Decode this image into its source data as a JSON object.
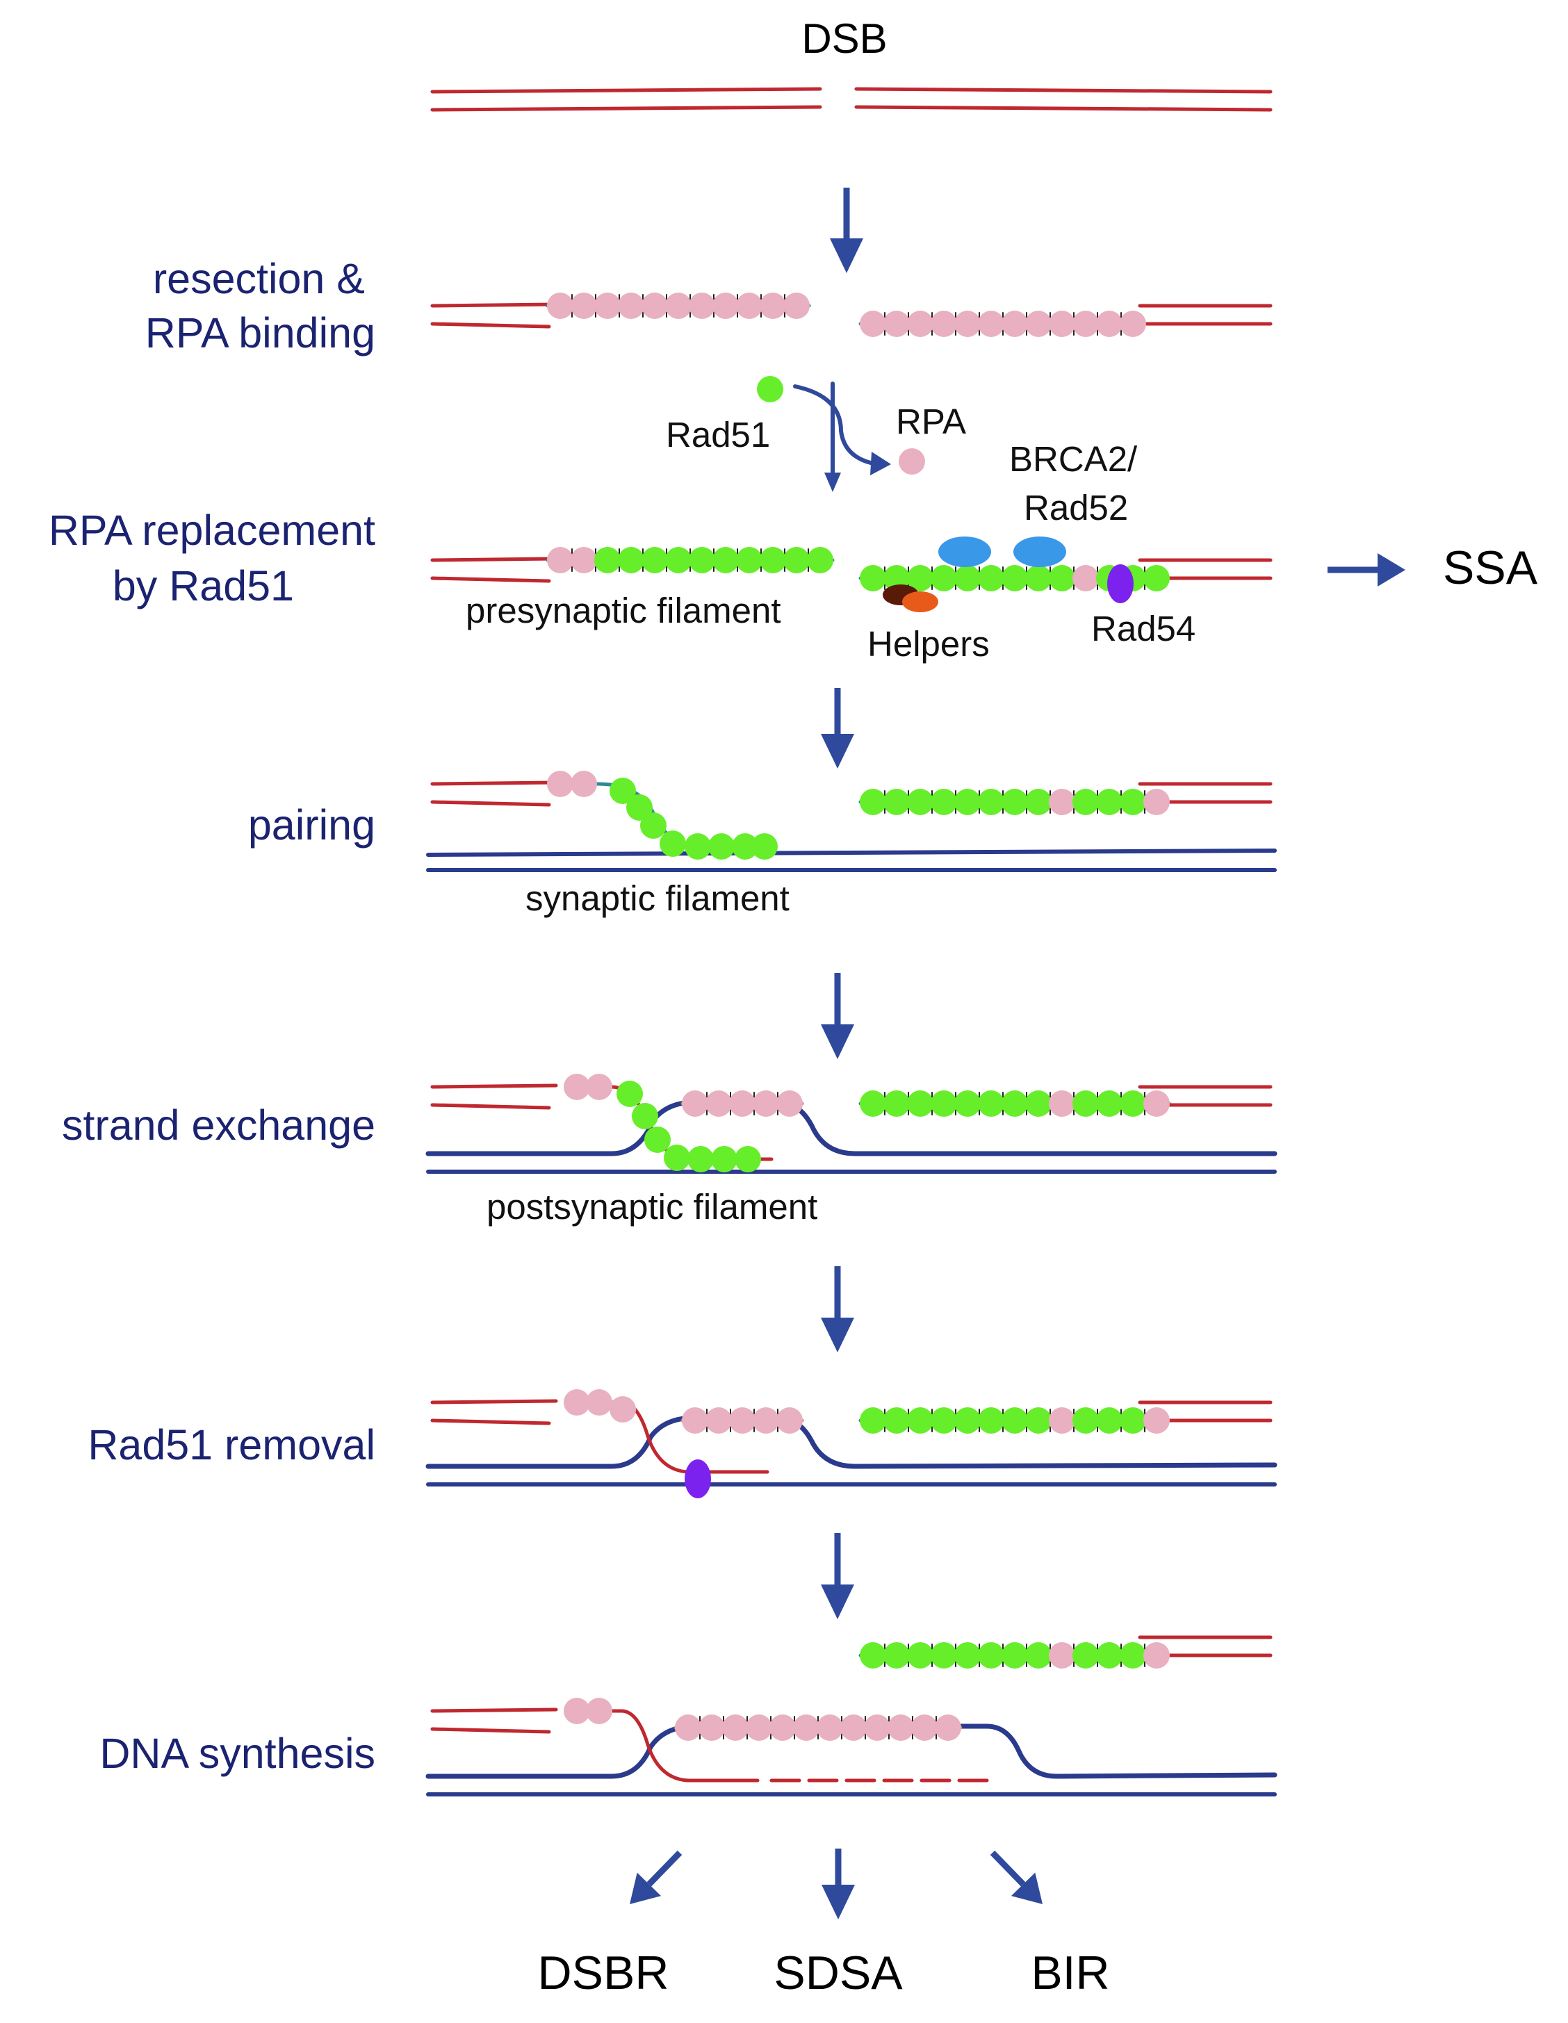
{
  "colors": {
    "broken_dna": "#c0282f",
    "donor_dna": "#2a3a8c",
    "ssdna_core": "#2a8a96",
    "rpa": "#e8b0c0",
    "rad51": "#66ee2a",
    "brca2_rad52": "#3a98e8",
    "rad54": "#7b22ee",
    "helper_dark": "#5a1a08",
    "helper_orange": "#e85a1a",
    "arrow": "#2f4a9c",
    "label_step": "#1b2371",
    "new_synthesis": "#c0282f",
    "extended_strand": "#b8864a"
  },
  "labels": {
    "dsb": "DSB",
    "step_resection_1": "resection &",
    "step_resection_2": "RPA binding",
    "step_replacement_1": "RPA replacement",
    "step_replacement_2": "by Rad51",
    "step_pairing": "pairing",
    "step_strand_exchange": "strand exchange",
    "step_rad51_removal": "Rad51 removal",
    "step_dna_synthesis": "DNA synthesis",
    "rad51": "Rad51",
    "rpa": "RPA",
    "brca2_1": "BRCA2/",
    "brca2_2": "Rad52",
    "presynaptic": "presynaptic filament",
    "helpers": "Helpers",
    "rad54": "Rad54",
    "ssa": "SSA",
    "synaptic": "synaptic filament",
    "postsynaptic": "postsynaptic filament",
    "outcome_dsbr": "DSBR",
    "outcome_sdsa": "SDSA",
    "outcome_bir": "BIR"
  }
}
